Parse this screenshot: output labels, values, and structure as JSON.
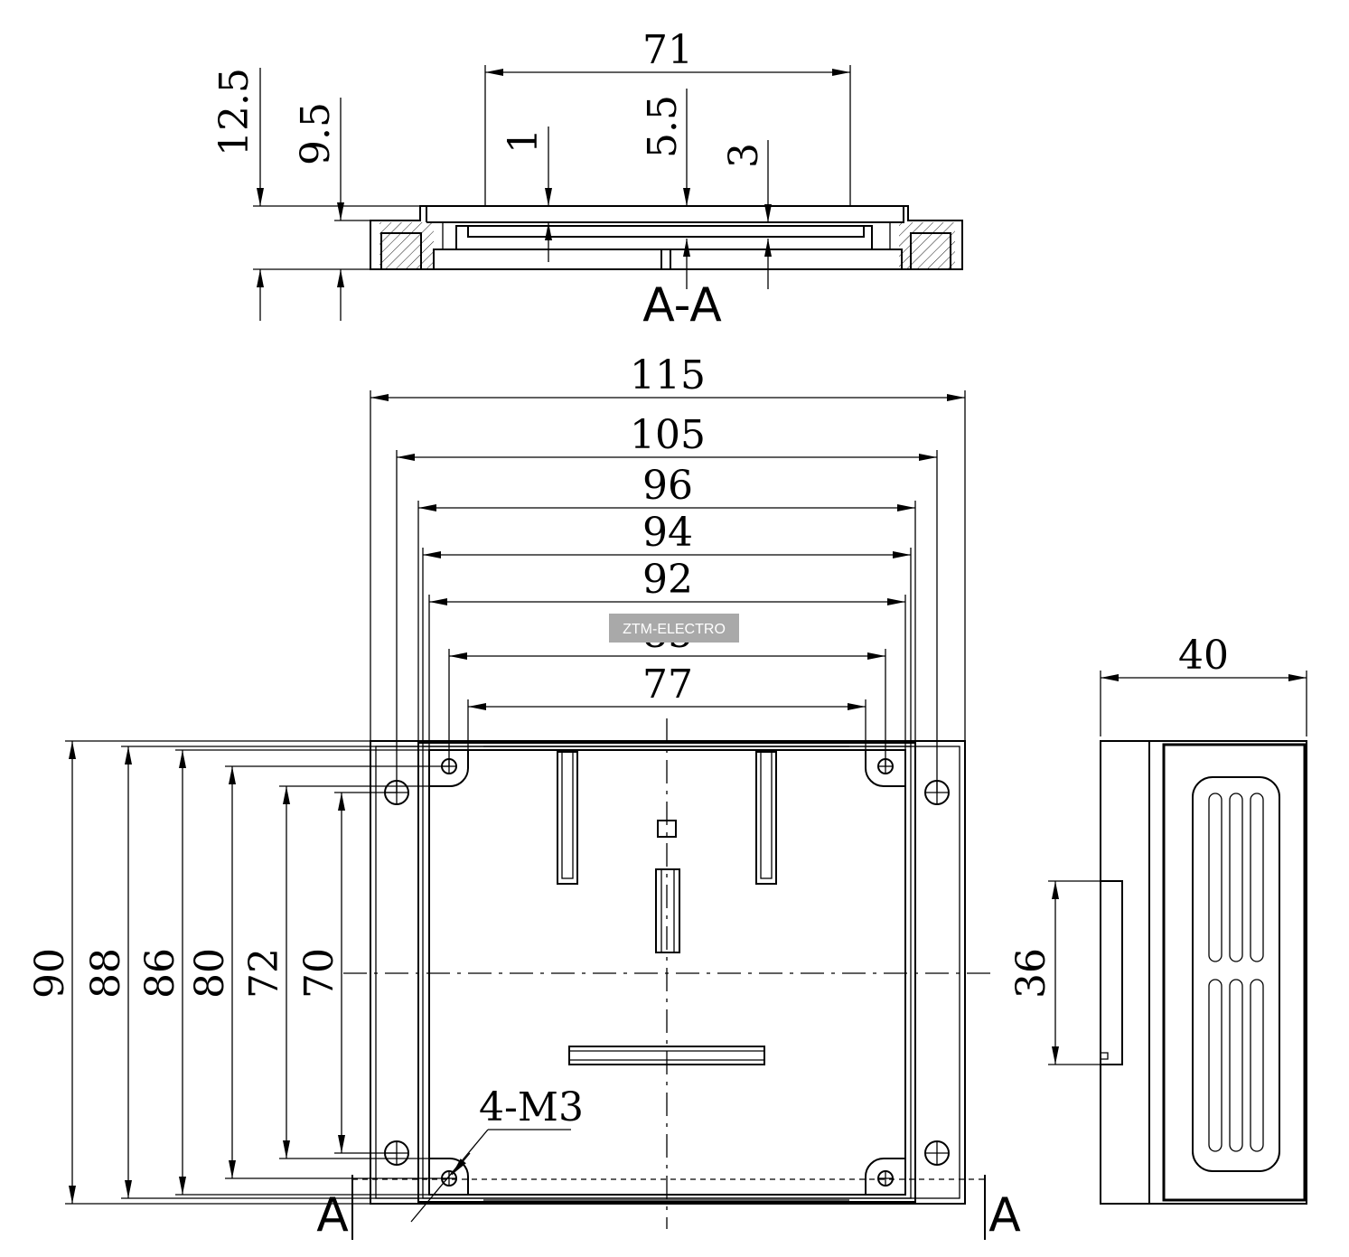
{
  "section_view": {
    "label": "A-A",
    "dims": {
      "top_width": "71",
      "total_height": "12.5",
      "body_height": "9.5",
      "lid_step": "1",
      "inner_depth": "5.5",
      "rib": "3"
    }
  },
  "front_view": {
    "horizontal_dims": [
      "115",
      "105",
      "96",
      "94",
      "92",
      "85",
      "77"
    ],
    "vertical_dims": [
      "90",
      "88",
      "86",
      "80",
      "72",
      "70"
    ],
    "thread_note": "4-M3",
    "section_marks": [
      "A",
      "A"
    ]
  },
  "side_view": {
    "width_dim": "40",
    "clip_dim": "36"
  },
  "watermark": {
    "text": "ZTM-ELECTRO",
    "color": "#a9a9a9"
  }
}
